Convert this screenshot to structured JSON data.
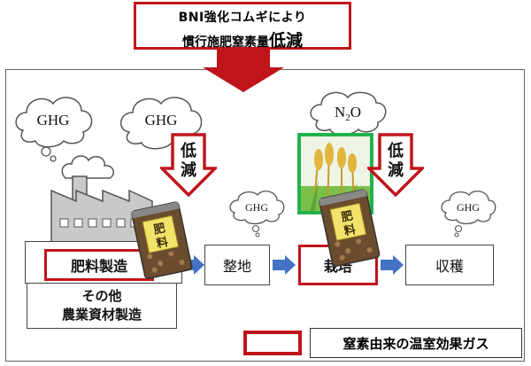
{
  "title": {
    "line1": "BNI強化コムギにより",
    "line2_prefix": "慣行施肥窒素量",
    "line2_emphasis": "低減"
  },
  "clouds": {
    "ghg_1": "GHG",
    "ghg_2": "GHG",
    "ghg_small_1": "GHG",
    "ghg_small_2": "GHG",
    "n2o_base": "N",
    "n2o_sub": "2",
    "n2o_tail": "O"
  },
  "reduction_arrows": {
    "left": [
      "低",
      "減"
    ],
    "right": [
      "低",
      "減"
    ]
  },
  "fertilizer_bag_label": [
    "肥",
    "料"
  ],
  "process_boxes": {
    "fertilizer_manufacturing": "肥料製造",
    "other_materials_line1": "その他",
    "other_materials_line2": "農業資材製造",
    "land_preparation": "整地",
    "cultivation": "栽培",
    "harvest": "収穫"
  },
  "legend": {
    "label": "窒素由来の温室効果ガス"
  },
  "colors": {
    "accent_red": "#c0141b",
    "flow_arrow_blue": "#4472c4",
    "highlight_green": "#22b24c"
  }
}
